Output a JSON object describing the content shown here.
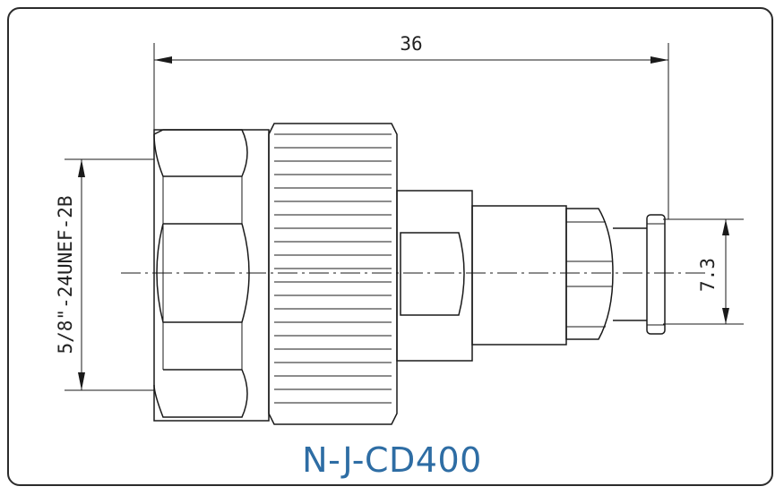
{
  "drawing": {
    "overall_length": "36",
    "thread_spec": "5/8\"-24UNEF-2B",
    "tail_diameter": "7.3",
    "model": "N-J-CD400",
    "model_color": "#2e6da4"
  }
}
